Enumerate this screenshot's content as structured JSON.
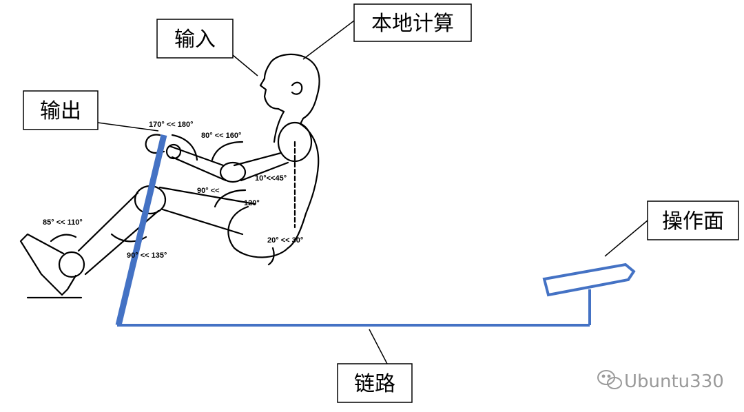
{
  "labels": {
    "input": "输入",
    "local_compute": "本地计算",
    "output": "输出",
    "operation_surface": "操作面",
    "link": "链路"
  },
  "angles": {
    "elbow": "170° << 180°",
    "shoulder": "80° << 160°",
    "trunk": "10°<<45°",
    "hip_inner": "120°",
    "knee_top": "90° <<",
    "back": "20° << 30°",
    "ankle": "85° << 110°",
    "knee": "90° << 135°"
  },
  "watermark": {
    "text": "Ubuntu330",
    "icon": "wechat-icon"
  },
  "colors": {
    "link_blue": "#4472c4",
    "line": "#000000",
    "watermark": "#9a9a9a"
  }
}
